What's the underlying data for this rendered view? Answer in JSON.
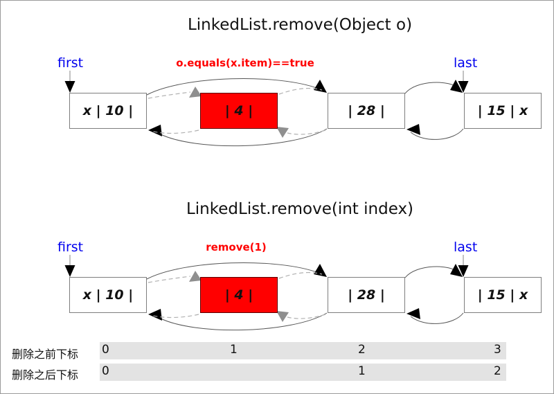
{
  "colors": {
    "highlight_red": "#ff0000",
    "pointer_label_blue": "#0000ee",
    "index_bar_gray": "#e3e3e3"
  },
  "diagram_object": {
    "title": "LinkedList.remove(Object o)",
    "first_label": "first",
    "last_label": "last",
    "annotation": "o.equals(x.item)==true",
    "nodes": [
      {
        "text": "x | 10 |",
        "removed": false
      },
      {
        "text": "| 4 |",
        "removed": true
      },
      {
        "text": "| 28 |",
        "removed": false
      },
      {
        "text": "| 15 | x",
        "removed": false
      }
    ]
  },
  "diagram_index": {
    "title": "LinkedList.remove(int index)",
    "first_label": "first",
    "last_label": "last",
    "annotation": "remove(1)",
    "nodes": [
      {
        "text": "x | 10 |",
        "removed": false
      },
      {
        "text": "| 4 |",
        "removed": true
      },
      {
        "text": "| 28 |",
        "removed": false
      },
      {
        "text": "| 15 | x",
        "removed": false
      }
    ]
  },
  "index_table": {
    "before": {
      "label": "删除之前下标",
      "values": [
        "0",
        "1",
        "2",
        "3"
      ]
    },
    "after": {
      "label": "删除之后下标",
      "values": [
        "0",
        "1",
        "2"
      ]
    }
  }
}
